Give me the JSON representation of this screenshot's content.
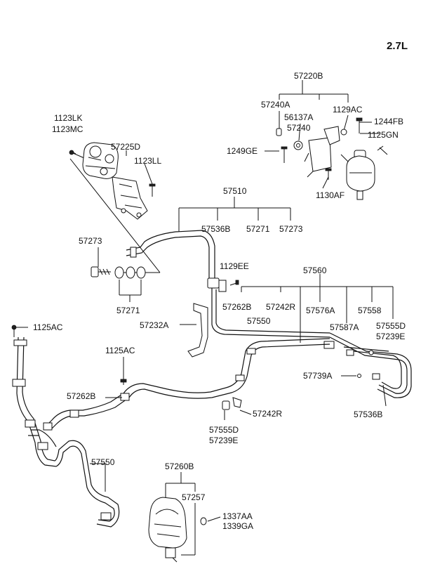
{
  "engine": "2.7L",
  "labels": {
    "p57220B": "57220B",
    "p57240A": "57240A",
    "p56137A": "56137A",
    "p57240": "57240",
    "p1129AC": "1129AC",
    "p1244FB": "1244FB",
    "p1125GN": "1125GN",
    "p1249GE": "1249GE",
    "p1130AF": "1130AF",
    "p1123LK": "1123LK",
    "p1123MC": "1123MC",
    "p57225D": "57225D",
    "p1123LL": "1123LL",
    "p57510": "57510",
    "p57536B_top": "57536B",
    "p57271_top": "57271",
    "p57273_top": "57273",
    "p57273_left": "57273",
    "p57271_left": "57271",
    "p1129EE": "1129EE",
    "p57560": "57560",
    "p57262B_mid": "57262B",
    "p57242R_mid": "57242R",
    "p57576A": "57576A",
    "p57558": "57558",
    "p57550_mid": "57550",
    "p57587A": "57587A",
    "p57555D_right": "57555D",
    "p57239E_right": "57239E",
    "p57232A": "57232A",
    "p1125AC_left": "1125AC",
    "p1125AC_mid": "1125AC",
    "p57739A": "57739A",
    "p57262B_left": "57262B",
    "p57242R_low": "57242R",
    "p57536B_right": "57536B",
    "p57555D_low": "57555D",
    "p57239E_low": "57239E",
    "p57550_low": "57550",
    "p57260B": "57260B",
    "p57257": "57257",
    "p1337AA": "1337AA",
    "p1339GA": "1339GA"
  }
}
